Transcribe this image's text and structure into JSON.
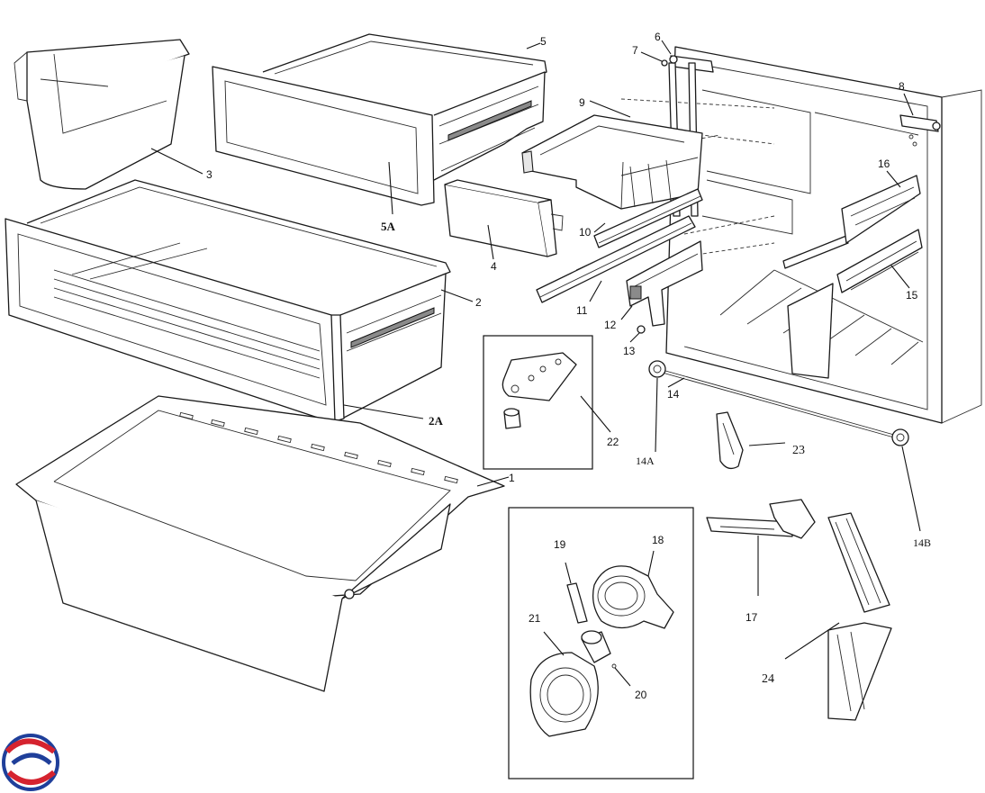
{
  "labels": {
    "p1": "1",
    "p2": "2",
    "p2a": "2A",
    "p3": "3",
    "p4": "4",
    "p5": "5",
    "p5a": "5A",
    "p6": "6",
    "p7": "7",
    "p8": "8",
    "p9": "9",
    "p10": "10",
    "p11": "11",
    "p12": "12",
    "p13": "13",
    "p14": "14",
    "p14a": "14A",
    "p14b": "14B",
    "p15": "15",
    "p16": "16",
    "p17": "17",
    "p18": "18",
    "p19": "19",
    "p20": "20",
    "p21": "21",
    "p22": "22",
    "p23": "23",
    "p24": "24"
  },
  "colors": {
    "line": "#1a1a1a",
    "logo_red": "#d5232f",
    "logo_blue": "#1f3f9a"
  },
  "logo": {
    "icon": "brand-logo-icon"
  }
}
